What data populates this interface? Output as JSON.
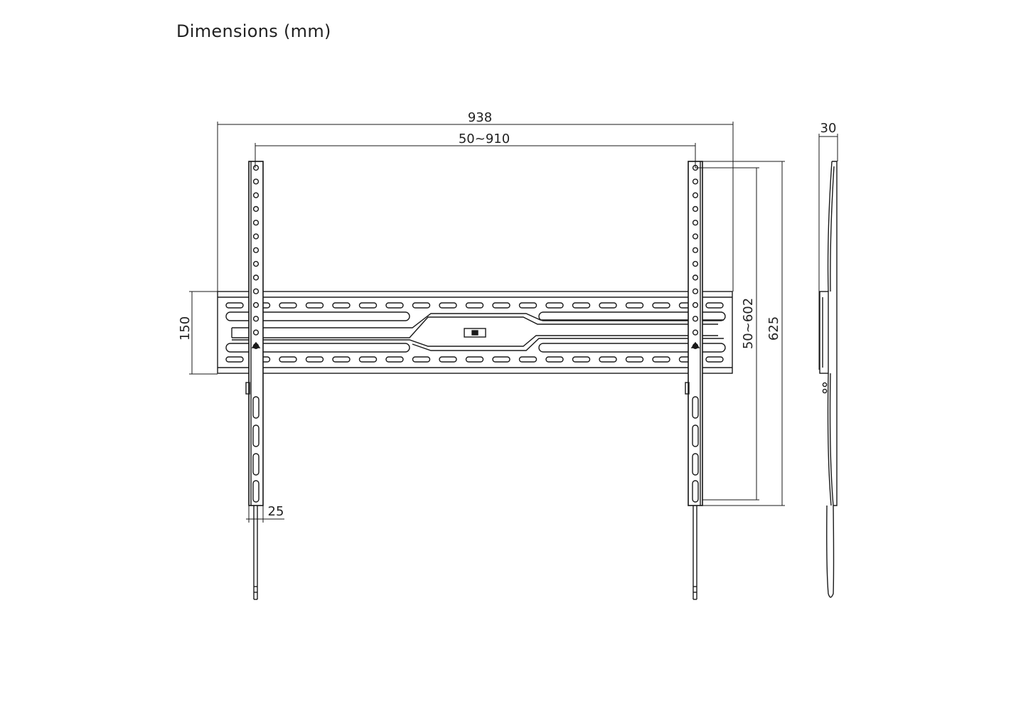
{
  "title": "Dimensions (mm)",
  "dimensions": {
    "overall_width": "938",
    "hole_span": "50~910",
    "plate_height": "150",
    "arm_width": "25",
    "vertical_span": "50~602",
    "overall_height": "625",
    "depth": "30"
  },
  "colors": {
    "line": "#1a1a1a",
    "background": "#ffffff"
  }
}
